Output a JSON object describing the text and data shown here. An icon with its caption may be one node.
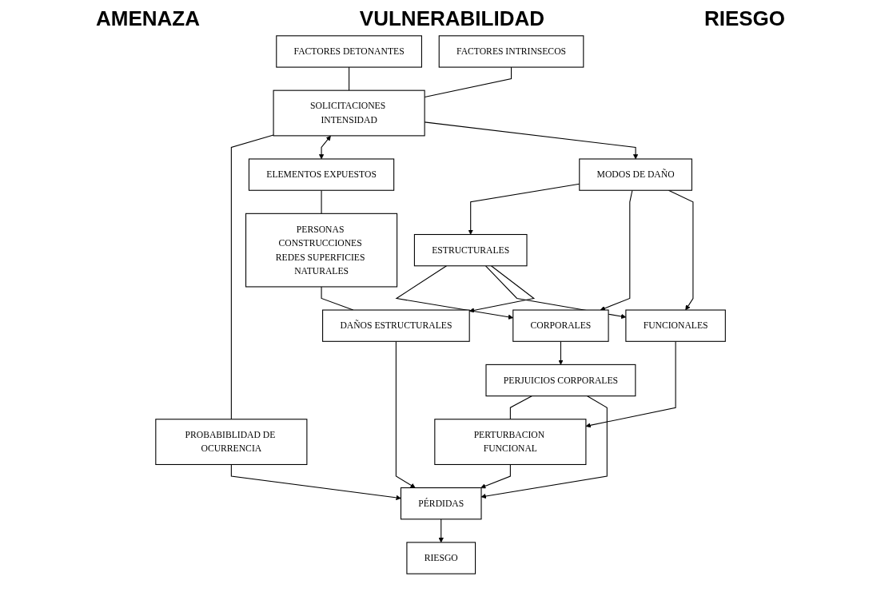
{
  "diagram": {
    "nodes": [
      {
        "text": [
          "FACTORES DETONANTES"
        ]
      },
      {
        "text": [
          "FACTORES INTRINSECOS"
        ]
      },
      {
        "text": [
          "SOLICITACIONES INTENSIDAD"
        ]
      },
      {
        "text": [
          "PROBABIBLIDAD DE OCURRENCIA"
        ]
      },
      {
        "text": [
          "MODOS DE DAÑO"
        ]
      },
      {
        "text": [
          "ELEMENTOS EXPUESTOS"
        ]
      },
      {
        "text": [
          "ESTRUCTURALES"
        ]
      },
      {
        "text": [
          "CORPORALES"
        ]
      },
      {
        "text": [
          "FUNCIONALES"
        ]
      },
      {
        "text": [
          "PERJUICIOS CORPORALES"
        ]
      },
      {
        "text": [
          "PERSONAS CONSTRUCCIONES REDES SUPERFICIES NATURALES"
        ]
      },
      {
        "text": [
          "DAÑOS ESTRUCTURALES"
        ]
      },
      {
        "text": [
          "PÉRDIDAS"
        ]
      },
      {
        "text": [
          "PERTURBACION FUNCIONAL"
        ]
      },
      {
        "text": [
          "RIESGO"
        ]
      }
    ],
    "edges": [
      {
        "from": 0,
        "to": 2,
        "arrow": "none"
      },
      {
        "from": 1,
        "to": 2,
        "arrow": "none"
      },
      {
        "from": 2,
        "to": 3,
        "arrow": "none"
      },
      {
        "from": 2,
        "to": 5,
        "arrow": "both"
      },
      {
        "from": 2,
        "to": 4,
        "arrow": "to"
      },
      {
        "from": 4,
        "to": 6,
        "arrow": "to"
      },
      {
        "from": 4,
        "to": 7,
        "arrow": "to"
      },
      {
        "from": 4,
        "to": 8,
        "arrow": "to"
      },
      {
        "from": 6,
        "to": 7,
        "arrow": "to"
      },
      {
        "from": 6,
        "to": 8,
        "arrow": "to"
      },
      {
        "from": 6,
        "to": 11,
        "arrow": "to"
      },
      {
        "from": 7,
        "to": 9,
        "arrow": "to"
      },
      {
        "from": 5,
        "to": 10,
        "arrow": "none"
      },
      {
        "from": 10,
        "to": 11,
        "arrow": "none"
      },
      {
        "from": 11,
        "to": 12,
        "arrow": "to"
      },
      {
        "from": 3,
        "to": 12,
        "arrow": "to"
      },
      {
        "from": 8,
        "to": 13,
        "arrow": "to"
      },
      {
        "from": 9,
        "to": 13,
        "arrow": "none"
      },
      {
        "from": 9,
        "to": 12,
        "arrow": "to"
      },
      {
        "from": 13,
        "to": 12,
        "arrow": "to"
      },
      {
        "from": 12,
        "to": 14,
        "arrow": "to"
      }
    ],
    "labels": [
      "AMENAZA",
      "VULNERABILIDAD",
      "RIESGO"
    ]
  }
}
